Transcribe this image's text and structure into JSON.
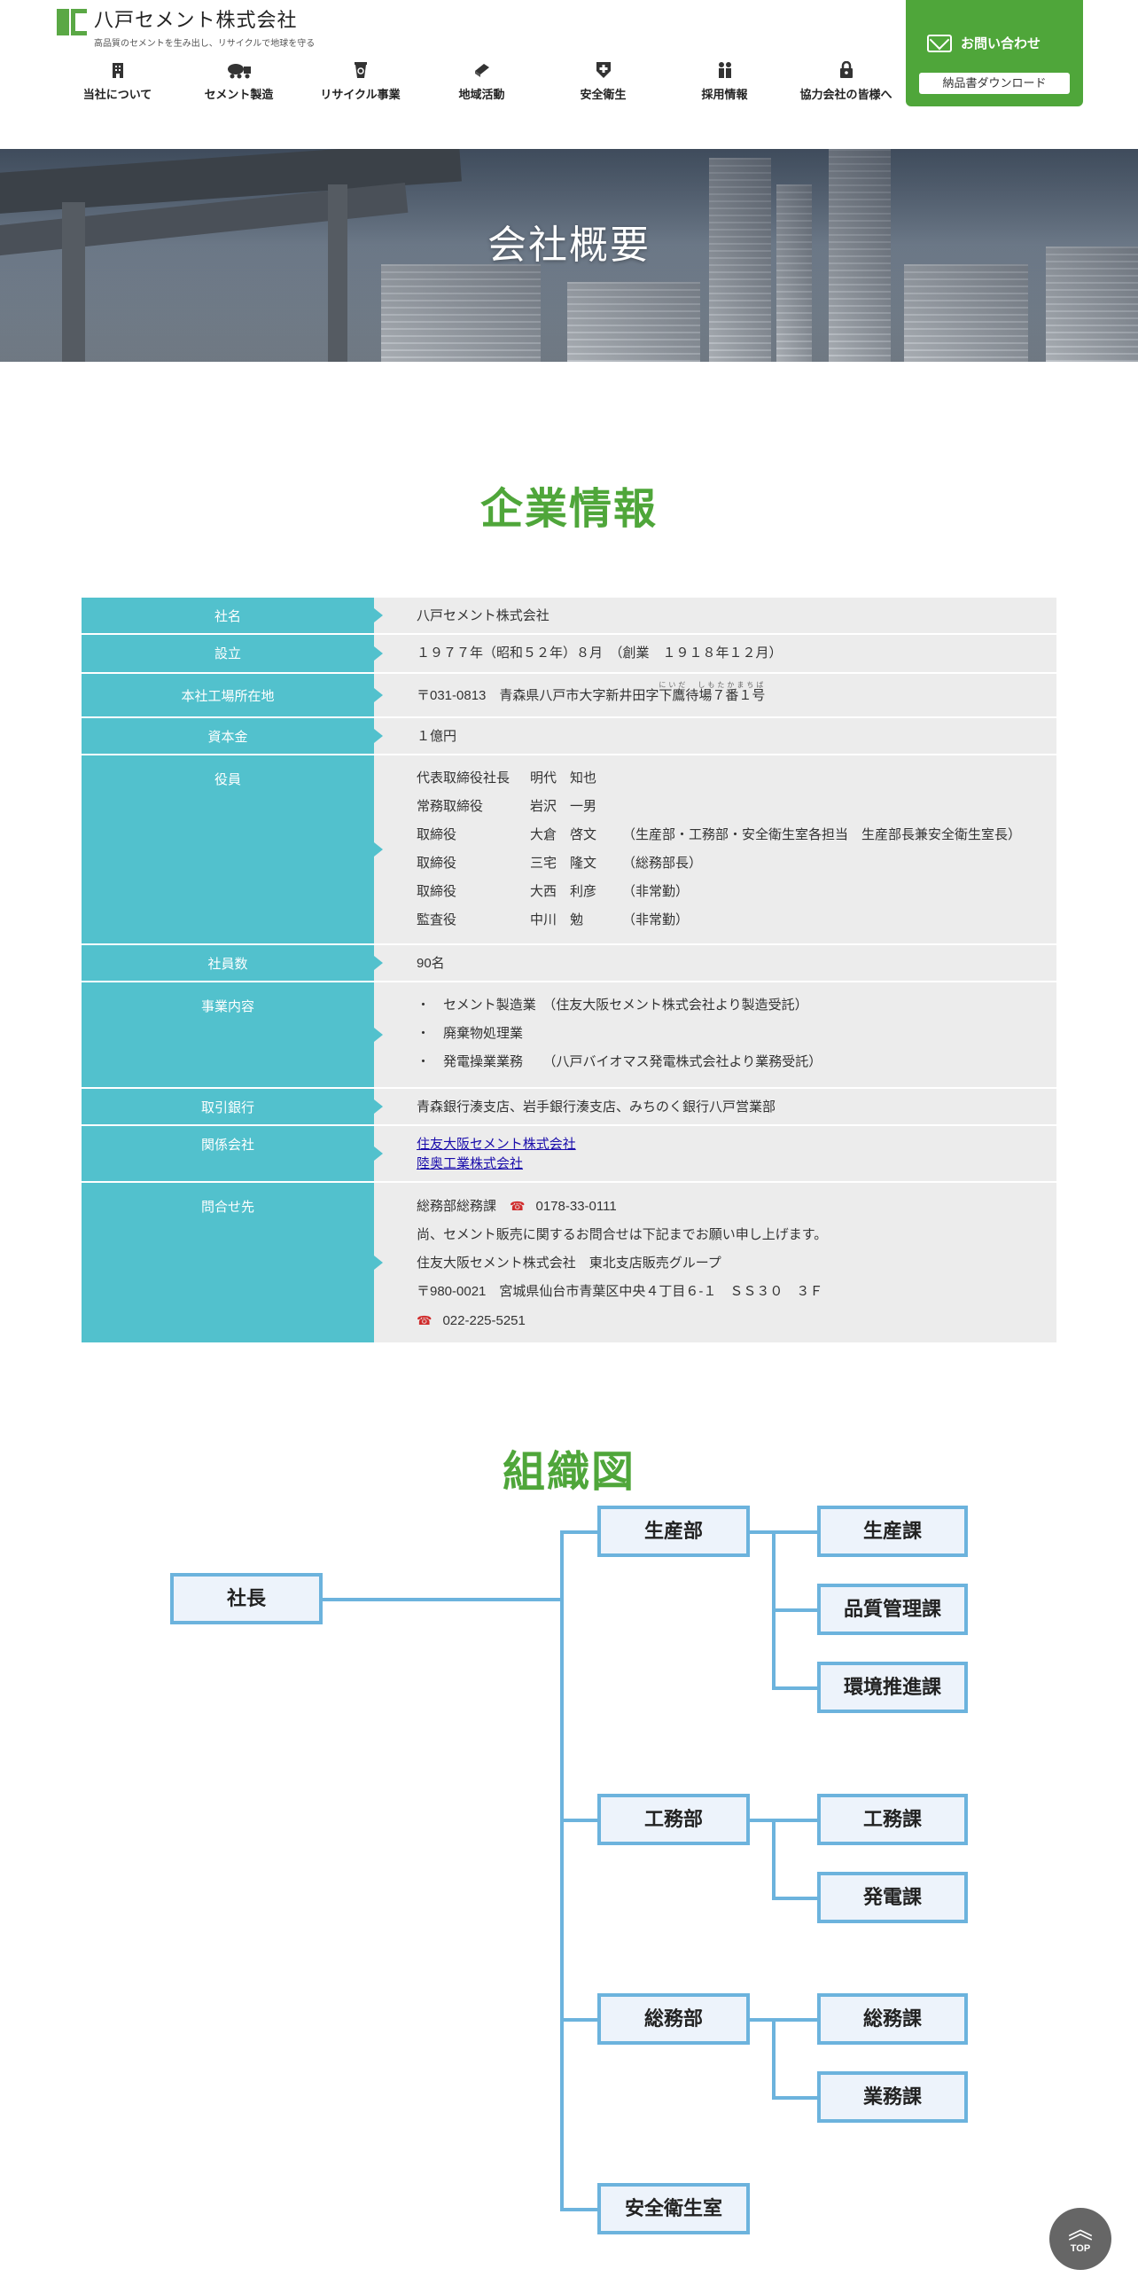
{
  "header": {
    "logo_name": "八戸セメント株式会社",
    "logo_tagline": "高品質のセメントを生み出し、リサイクルで地球を守る",
    "nav": [
      {
        "label": "当社について",
        "icon": "building-icon"
      },
      {
        "label": "セメント製造",
        "icon": "truck-icon"
      },
      {
        "label": "リサイクル事業",
        "icon": "recycle-icon"
      },
      {
        "label": "地域活動",
        "icon": "book-icon"
      },
      {
        "label": "安全衛生",
        "icon": "shield-cross-icon"
      },
      {
        "label": "採用情報",
        "icon": "people-icon"
      },
      {
        "label": "協力会社の皆様へ",
        "icon": "lock-icon"
      }
    ],
    "contact_label": "お問い合わせ",
    "download_label": "納品書ダウンロード"
  },
  "hero": {
    "title": "会社概要"
  },
  "company": {
    "heading": "企業情報",
    "rows": {
      "name": {
        "label": "社名",
        "value": "八戸セメント株式会社"
      },
      "established": {
        "label": "設立",
        "value": "１９７７年（昭和５２年）８月　（創業　１９１８年１２月）"
      },
      "address": {
        "label": "本社工場所在地",
        "value_pre": "〒031-0813　青森県八戸市大字新井田字",
        "value_ruby_base": "下鷹待場",
        "value_ruby": "にいだ　しもたかまちば",
        "value_post": "７番１号"
      },
      "capital": {
        "label": "資本金",
        "value": "１億円"
      },
      "officers": {
        "label": "役員",
        "list": [
          {
            "title": "代表取締役社長",
            "name": "明代　知也",
            "note": ""
          },
          {
            "title": "常務取締役",
            "name": "岩沢　一男",
            "note": ""
          },
          {
            "title": "取締役",
            "name": "大倉　啓文",
            "note": "（生産部・工務部・安全衛生室各担当　生産部長兼安全衛生室長）"
          },
          {
            "title": "取締役",
            "name": "三宅　隆文",
            "note": "（総務部長）"
          },
          {
            "title": "取締役",
            "name": "大西　利彦",
            "note": "（非常勤）"
          },
          {
            "title": "監査役",
            "name": "中川　勉",
            "note": "（非常勤）"
          }
        ]
      },
      "employees": {
        "label": "社員数",
        "value": "90名"
      },
      "business": {
        "label": "事業内容",
        "items": [
          "・　セメント製造業　（住友大阪セメント株式会社より製造受託）",
          "・　廃棄物処理業",
          "・　発電操業業務　　（八戸バイオマス発電株式会社より業務受託）"
        ]
      },
      "banks": {
        "label": "取引銀行",
        "value": "青森銀行湊支店、岩手銀行湊支店、みちのく銀行八戸営業部"
      },
      "related": {
        "label": "関係会社",
        "links": [
          "住友大阪セメント株式会社",
          "陸奥工業株式会社"
        ]
      },
      "contact": {
        "label": "問合せ先",
        "dept": "総務部総務課",
        "tel1": "0178-33-0111",
        "note": "尚、セメント販売に関するお問合せは下記までお願い申し上げます。",
        "sales": "住友大阪セメント株式会社　東北支店販売グループ",
        "address": "〒980-0021　宮城県仙台市青葉区中央４丁目６-１　ＳＳ３０　３Ｆ",
        "tel2": "022-225-5251"
      }
    }
  },
  "org": {
    "heading": "組織図",
    "president": "社長",
    "departments": [
      {
        "name": "生産部",
        "sections": [
          "生産課",
          "品質管理課",
          "環境推進課"
        ]
      },
      {
        "name": "工務部",
        "sections": [
          "工務課",
          "発電課"
        ]
      },
      {
        "name": "総務部",
        "sections": [
          "総務課",
          "業務課"
        ]
      },
      {
        "name": "安全衛生室",
        "sections": []
      }
    ]
  },
  "top_button": "TOP",
  "colors": {
    "brand_green": "#4fa63a",
    "table_header": "#52c1cd",
    "org_border": "#6cb3dd"
  }
}
